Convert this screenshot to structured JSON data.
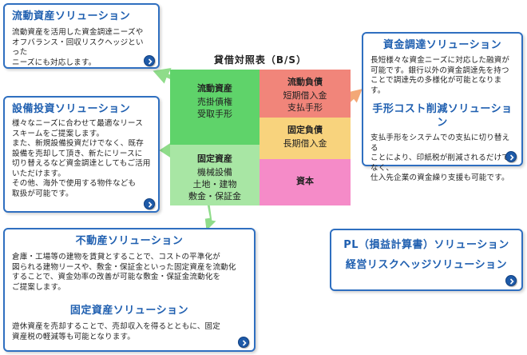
{
  "balance_sheet": {
    "title": "貸借対照表（B/S）",
    "current_assets": {
      "header": "流動資産",
      "items": [
        "売掛債権",
        "受取手形"
      ]
    },
    "fixed_assets": {
      "header": "固定資産",
      "items": [
        "機械設備",
        "土地・建物",
        "敷金・保証金"
      ]
    },
    "current_liabilities": {
      "header": "流動負債",
      "items": [
        "短期借入金",
        "支払手形"
      ]
    },
    "fixed_liabilities": {
      "header": "固定負債",
      "items": [
        "長期借入金"
      ]
    },
    "equity": {
      "header": "資本"
    }
  },
  "cards": {
    "liquid_assets": {
      "title": "流動資産ソリューション",
      "desc": "流動資産を活用した資金調達ニーズや\nオフバランス・回収リスクヘッジといった\nニーズにも対応します。"
    },
    "equipment": {
      "title": "設備投資ソリューション",
      "desc": "様々なニーズに合わせて最適なリース\nスキームをご提案します。\nまた、新規設備投資だけでなく、既存\n設備を売却して頂き、新たにリースに\n切り替えるなど資金調達としてもご活用\nいただけます。\nその他、海外で使用する物件なども\n取扱が可能です。"
    },
    "funding": {
      "title": "資金調達ソリューション",
      "desc": "長短様々な資金ニーズに対応した融資が\n可能です。銀行以外の資金調達先を持つ\nことで調達先の多様化が可能となります。"
    },
    "bill_cost": {
      "title": "手形コスト削減ソリューション",
      "desc": "支払手形をシステムでの支払に切り替える\nことにより、印紙税が削減されるだけでなく、\n仕入先企業の資金繰り支援も可能です。"
    },
    "real_estate": {
      "title": "不動産ソリューション",
      "desc": "倉庫・工場等の建物を賃貸とすることで、コストの平準化が\n図られる建物リースや、敷金・保証金といった固定資産を流動化\nすることで、資金効率の改善が可能な敷金・保証金流動化を\nご提案します。"
    },
    "fixed_assets": {
      "title": "固定資産ソリューション",
      "desc": "遊休資産を売却することで、売却収入を得るとともに、固定\n資産税の軽減等も可能となります。"
    },
    "pl": {
      "title1": "PL（損益計算書）ソリューション",
      "title2": "経営リスクヘッジソリューション"
    }
  },
  "colors": {
    "card_border": "#2f6fc0",
    "title": "#1f5fb0",
    "current_assets": "#5fd36a",
    "fixed_assets": "#a8e6a4",
    "current_liabilities": "#f1857a",
    "fixed_liabilities": "#f8d37d",
    "equity": "#f58bc8",
    "arrow_green": "#8fdc8a",
    "arrow_orange": "#f3a877"
  },
  "icons": {
    "more": "chevron-right-icon"
  }
}
